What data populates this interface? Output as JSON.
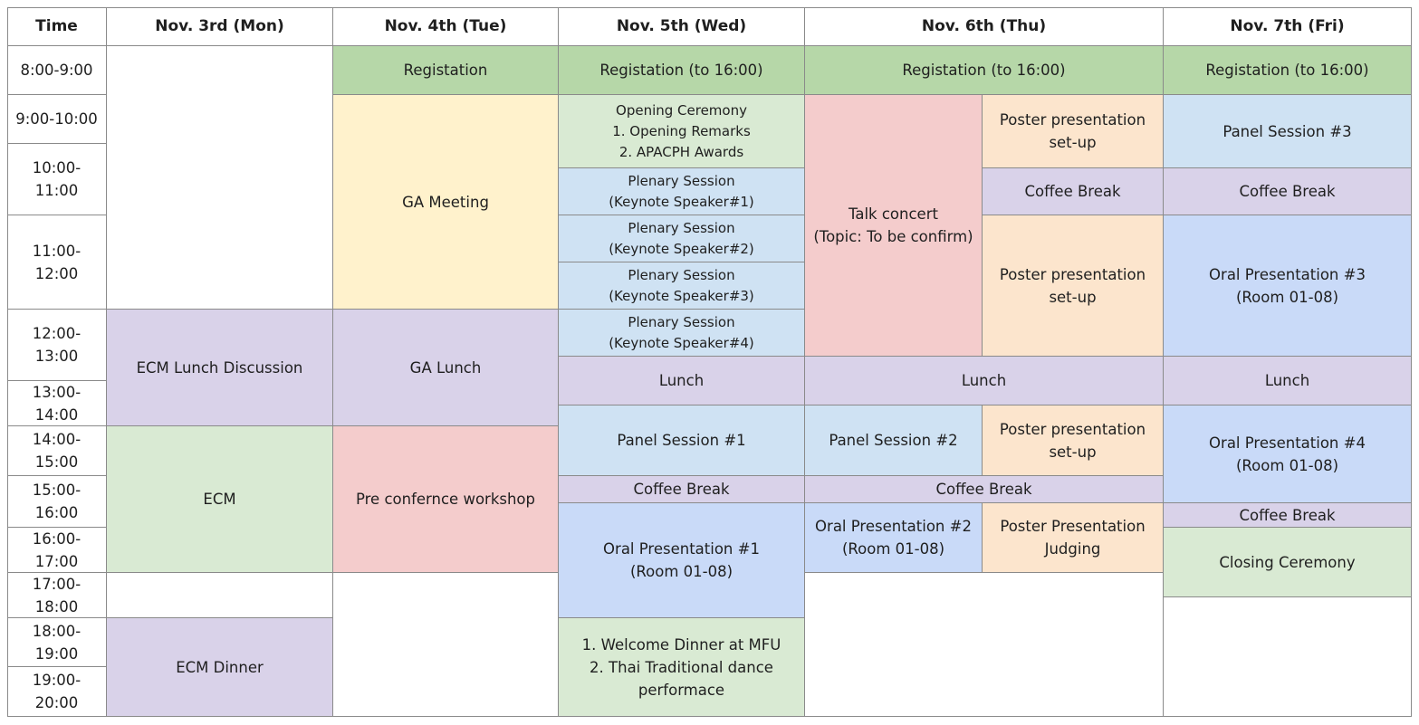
{
  "colors": {
    "registration": "#b6d7a8",
    "ceremony": "#d9ead3",
    "ga_meeting": "#fff2cc",
    "lunch_purple": "#d9d2e9",
    "plenary": "#cfe2f3",
    "oral": "#c9daf8",
    "talk": "#f4cccc",
    "poster": "#fce5cd",
    "white": "#ffffff"
  },
  "schedule": {
    "headers": [
      "Time",
      "Nov. 3rd (Mon)",
      "Nov. 4th (Tue)",
      "Nov. 5th (Wed)",
      "Nov. 6th (Thu)",
      "Nov. 7th (Fri)"
    ],
    "times": [
      "8:00-9:00",
      "9:00-10:00",
      "10:00-11:00",
      "11:00-12:00",
      "12:00-13:00",
      "13:00-14:00",
      "14:00-15:00",
      "15:00-16:00",
      "16:00-17:00",
      "17:00-18:00",
      "18:00-19:00",
      "19:00-20:00"
    ],
    "blocks": [
      {
        "day": "Mon",
        "text": "",
        "color": "white"
      },
      {
        "day": "Mon",
        "text": "ECM Lunch Discussion",
        "color": "lunch_purple"
      },
      {
        "day": "Mon",
        "text": "ECM",
        "color": "ceremony"
      },
      {
        "day": "Mon",
        "text": "",
        "color": "white"
      },
      {
        "day": "Mon",
        "text": "ECM Dinner",
        "color": "lunch_purple"
      },
      {
        "day": "Tue",
        "text": "Registation",
        "color": "registration"
      },
      {
        "day": "Tue",
        "text": "GA Meeting",
        "color": "ga_meeting"
      },
      {
        "day": "Tue",
        "text": "GA Lunch",
        "color": "lunch_purple"
      },
      {
        "day": "Tue",
        "text": "Pre confernce workshop",
        "color": "talk"
      },
      {
        "day": "Tue",
        "text": "",
        "color": "white"
      },
      {
        "day": "Wed",
        "text": "Registation (to 16:00)",
        "color": "registration"
      },
      {
        "day": "Wed",
        "text": "Opening Ceremony\n1. Opening Remarks\n2. APACPH Awards",
        "color": "ceremony"
      },
      {
        "day": "Wed",
        "text": "Plenary Session\n(Keynote Speaker#1)",
        "color": "plenary"
      },
      {
        "day": "Wed",
        "text": "Plenary Session\n(Keynote Speaker#2)",
        "color": "plenary"
      },
      {
        "day": "Wed",
        "text": "Plenary Session\n(Keynote Speaker#3)",
        "color": "plenary"
      },
      {
        "day": "Wed",
        "text": "Plenary Session\n(Keynote Speaker#4)",
        "color": "plenary"
      },
      {
        "day": "Wed",
        "text": "Lunch",
        "color": "lunch_purple"
      },
      {
        "day": "Wed",
        "text": "Panel Session #1",
        "color": "plenary"
      },
      {
        "day": "Wed",
        "text": "Coffee Break",
        "color": "lunch_purple"
      },
      {
        "day": "Wed",
        "text": "Oral Presentation #1\n(Room 01-08)",
        "color": "oral"
      },
      {
        "day": "Wed",
        "text": "1. Welcome Dinner at MFU\n2. Thai Traditional dance\nperformace",
        "color": "ceremony"
      },
      {
        "day": "Thu",
        "text": "Registation (to 16:00)",
        "color": "registration"
      },
      {
        "day": "Thu",
        "text": "Talk concert\n(Topic: To be confirm)",
        "color": "talk"
      },
      {
        "day": "Thu",
        "text": "Poster presentation\nset-up",
        "color": "poster"
      },
      {
        "day": "Thu",
        "text": "Coffee Break",
        "color": "lunch_purple"
      },
      {
        "day": "Thu",
        "text": "Poster presentation\nset-up",
        "color": "poster"
      },
      {
        "day": "Thu",
        "text": "Lunch",
        "color": "lunch_purple"
      },
      {
        "day": "Thu",
        "text": "Panel Session #2",
        "color": "plenary"
      },
      {
        "day": "Thu",
        "text": "Poster presentation\nset-up",
        "color": "poster"
      },
      {
        "day": "Thu",
        "text": "Coffee Break",
        "color": "lunch_purple"
      },
      {
        "day": "Thu",
        "text": "Oral Presentation #2\n(Room 01-08)",
        "color": "oral"
      },
      {
        "day": "Thu",
        "text": "Poster Presentation\nJudging",
        "color": "poster"
      },
      {
        "day": "Thu",
        "text": "",
        "color": "white"
      },
      {
        "day": "Fri",
        "text": "Registation (to 16:00)",
        "color": "registration"
      },
      {
        "day": "Fri",
        "text": "Panel Session #3",
        "color": "plenary"
      },
      {
        "day": "Fri",
        "text": "Coffee Break",
        "color": "lunch_purple"
      },
      {
        "day": "Fri",
        "text": "Oral Presentation #3\n(Room 01-08)",
        "color": "oral"
      },
      {
        "day": "Fri",
        "text": "Lunch",
        "color": "lunch_purple"
      },
      {
        "day": "Fri",
        "text": "Oral Presentation #4\n(Room 01-08)",
        "color": "oral"
      },
      {
        "day": "Fri",
        "text": "Coffee Break",
        "color": "lunch_purple"
      },
      {
        "day": "Fri",
        "text": "Closing Ceremony",
        "color": "ceremony"
      },
      {
        "day": "Fri",
        "text": "",
        "color": "white"
      }
    ]
  }
}
